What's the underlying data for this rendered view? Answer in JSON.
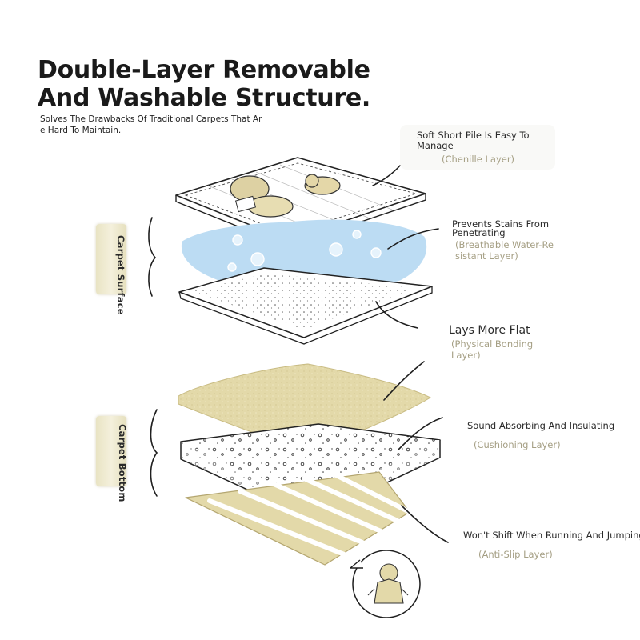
{
  "header": {
    "title_line1": "Double-Layer Removable",
    "title_line2": "And Washable Structure.",
    "subtitle": "Solves The Drawbacks Of Traditional Carpets That Are Hard To Maintain."
  },
  "groups": {
    "surface": "Carpet Surface",
    "bottom": "Carpet Bottom"
  },
  "layers": [
    {
      "benefit": "Soft Short Pile Is Easy To Manage",
      "name": "(Chenille Layer)"
    },
    {
      "benefit": "Prevents Stains From Penetrating",
      "name": "(Breathable Water-Resistant Layer)"
    },
    {
      "benefit": "Lays More Flat",
      "name": "(Physical Bonding Layer)"
    },
    {
      "benefit": "Sound Absorbing And Insulating",
      "name": "(Cushioning Layer)"
    },
    {
      "benefit": "Won't Shift When Running And Jumping",
      "name": "(Anti-Slip Layer)"
    }
  ],
  "colors": {
    "tan": "#e3d9a9",
    "tan_dark": "#d6cb94",
    "blue": "#bcdcf3",
    "sub_label": "#a59f84",
    "ink": "#1f1f1f"
  }
}
